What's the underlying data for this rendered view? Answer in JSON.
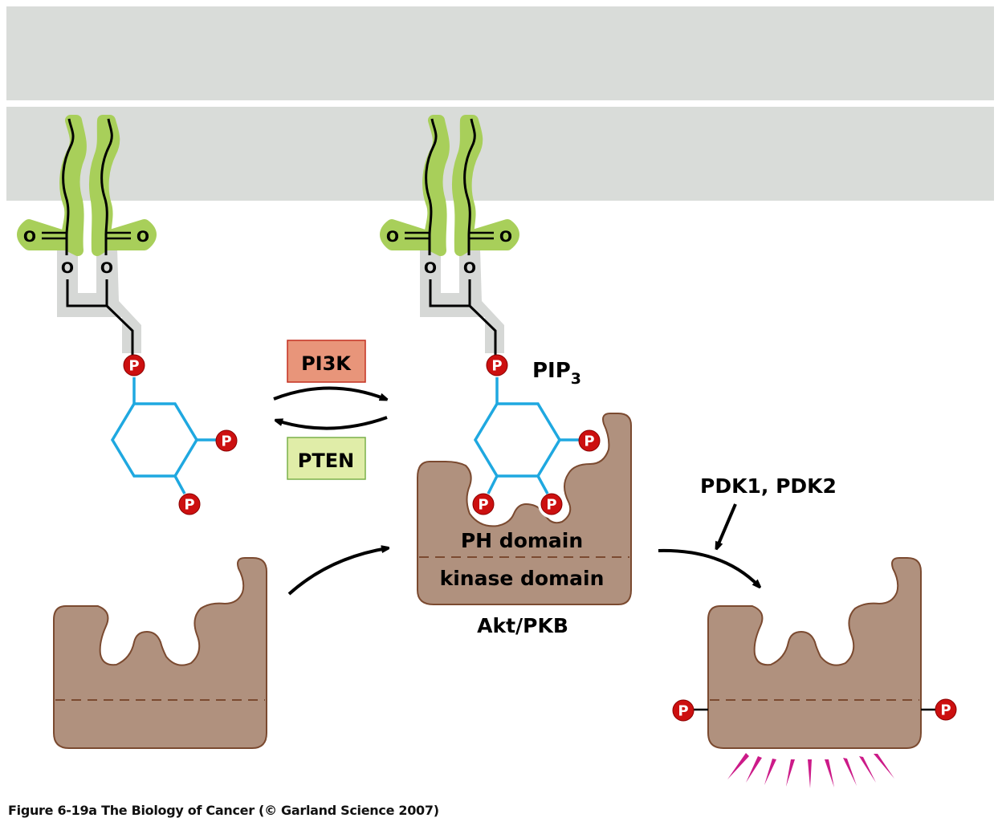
{
  "figure": {
    "caption": "Figure 6-19a  The Biology of Cancer (© Garland Science 2007)"
  },
  "labels": {
    "pi3k": "PI3K",
    "pten": "PTEN",
    "pip3_main": "PIP",
    "pip3_sub": "3",
    "ph_domain": "PH domain",
    "kinase_domain": "kinase domain",
    "akt": "Akt/PKB",
    "pdk": "PDK1, PDK2",
    "phosphate": "P",
    "oxygen": "O"
  },
  "colors": {
    "membrane": "#d9dcd9",
    "lipid_tail_halo": "#a8cf5a",
    "glycerol_halo": "#d6d8d6",
    "inositol_ring": "#1fa8e0",
    "phosphate": "#cc1010",
    "protein_fill": "#b0917e",
    "protein_stroke": "#7b4a30",
    "pi3k_box": "#e8957a",
    "pten_box": "#e0eda8",
    "activity_rays": "#cc1a88"
  }
}
